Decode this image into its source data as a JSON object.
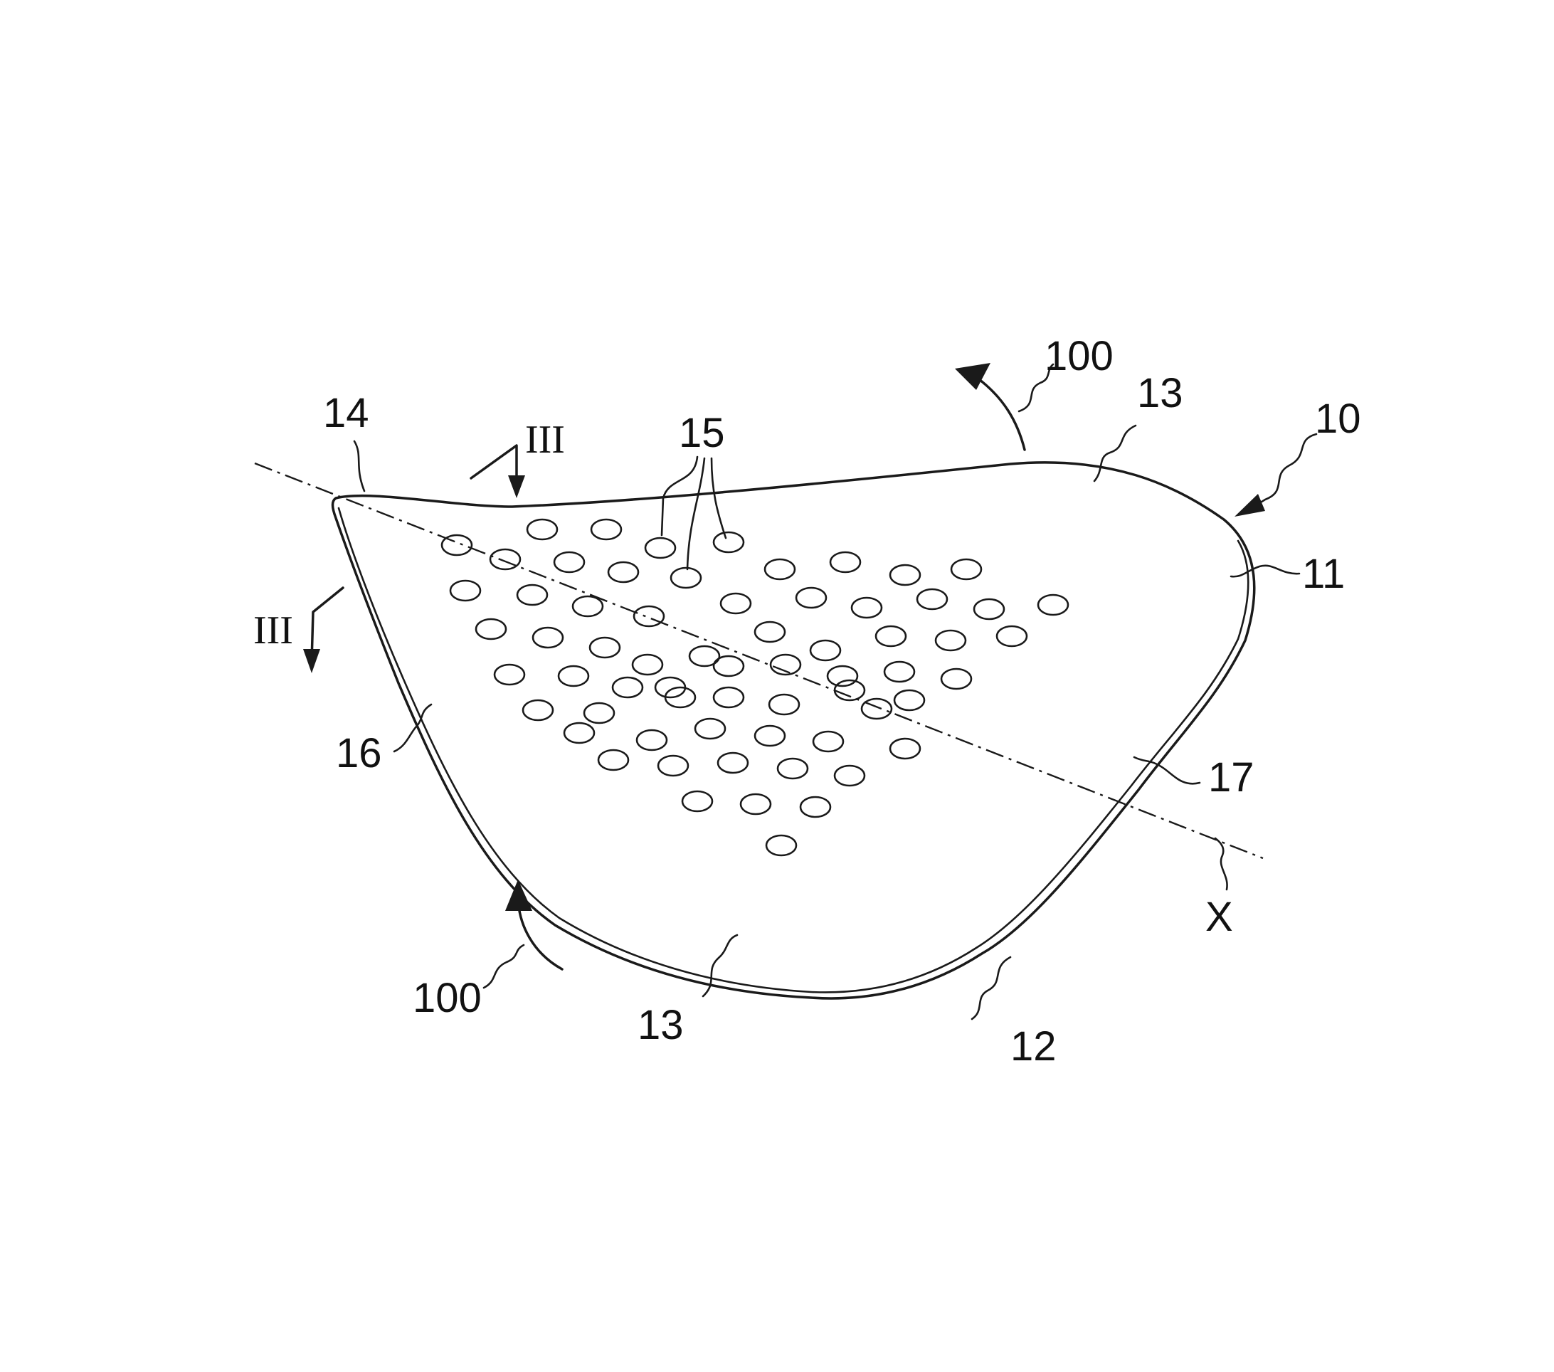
{
  "figure": {
    "labels": {
      "l_100_top": "100",
      "l_100_bottom": "100",
      "l_13_top": "13",
      "l_13_bottom": "13",
      "l_10": "10",
      "l_11": "11",
      "l_12": "12",
      "l_14": "14",
      "l_15": "15",
      "l_16": "16",
      "l_17": "17",
      "l_x": "X",
      "l_iii_top": "III",
      "l_iii_left": "III"
    }
  }
}
